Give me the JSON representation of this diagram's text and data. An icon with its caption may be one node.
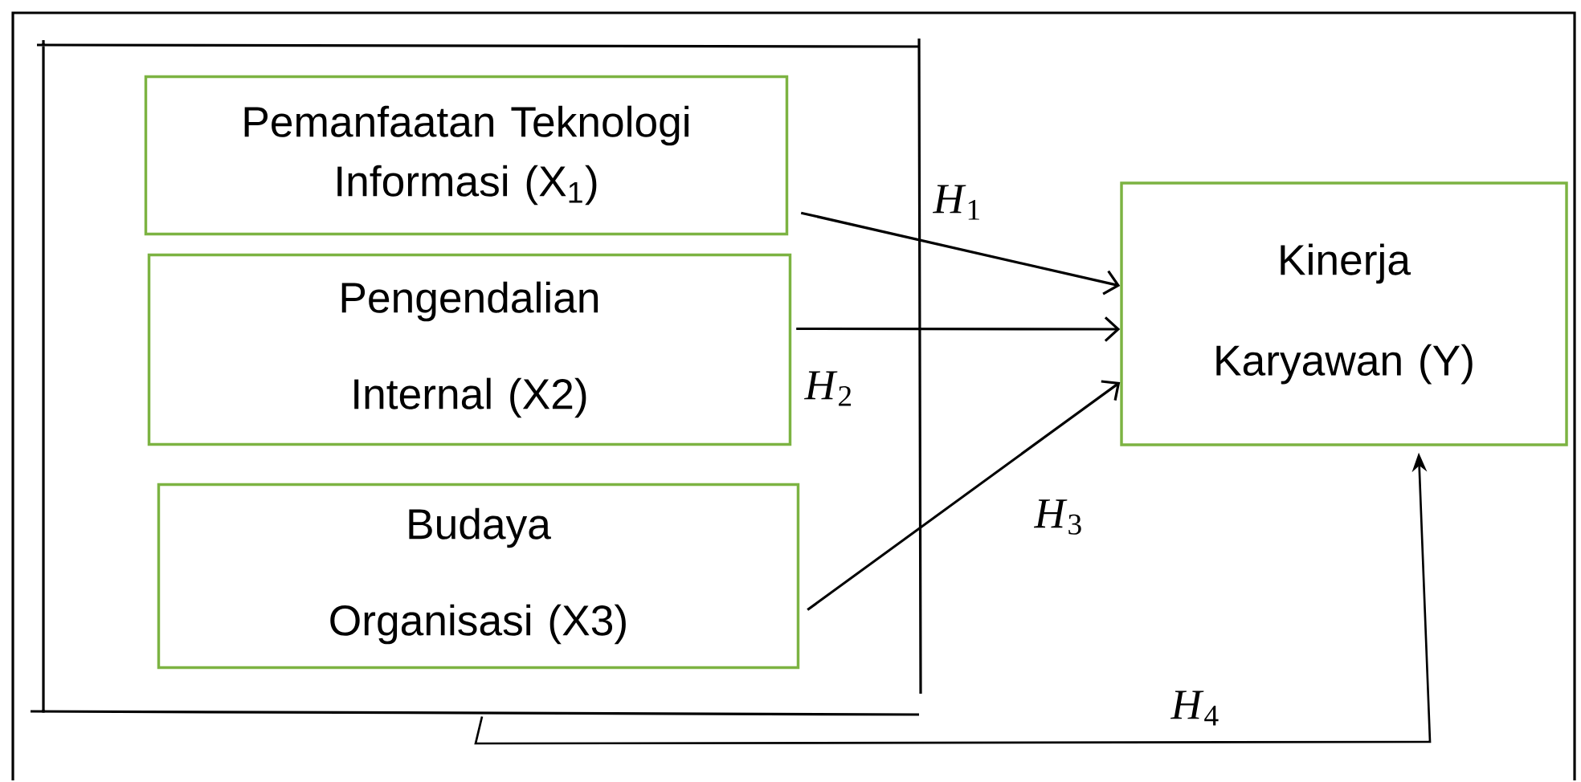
{
  "diagram": {
    "nodes": [
      {
        "text": [],
        "shape": "box"
      },
      {
        "text": [
          "Pemanfaatan Teknologi Informasi (X$_{1}$)"
        ],
        "in": 0
      },
      {
        "text": [
          "Pengendalian Internal (X2)"
        ],
        "in": 0
      },
      {
        "text": [
          "Budaya Organisasi (X3)"
        ],
        "in": 0
      },
      {
        "text": [
          "Kinerja Karyawan (Y)"
        ]
      }
    ],
    "edges": [
      {
        "from": 1,
        "to": 4,
        "arrow": "to",
        "label": "*H*$_{1}$"
      },
      {
        "from": 2,
        "to": 4,
        "arrow": "to",
        "label": "*H*$_{2}$"
      },
      {
        "from": 3,
        "to": 4,
        "arrow": "to",
        "label": "*H*$_{3}$"
      },
      {
        "from": 0,
        "to": 4,
        "arrow": "to",
        "label": "*H*$_{4}$"
      }
    ]
  }
}
